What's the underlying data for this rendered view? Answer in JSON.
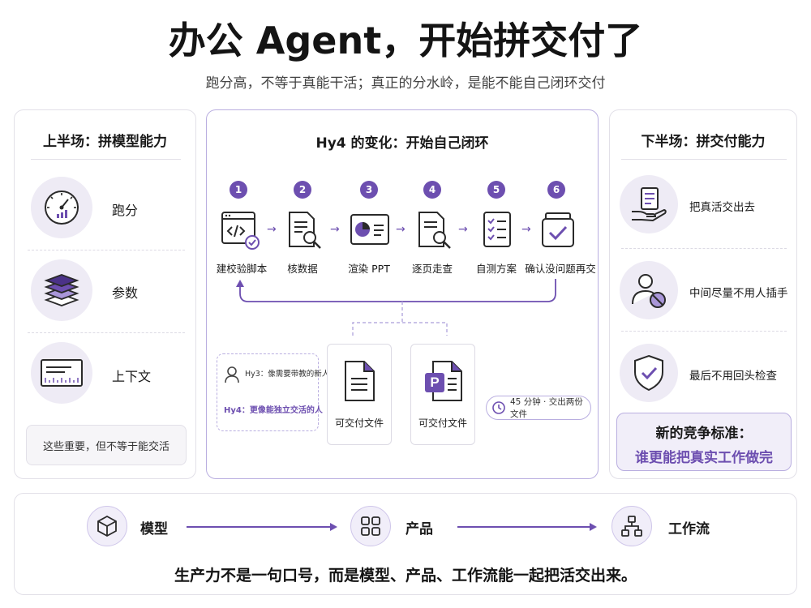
{
  "header": {
    "title": "办公 Agent，开始拼交付了",
    "subtitle": "跑分高，不等于真能干活；真正的分水岭，是能不能自己闭环交付"
  },
  "left_panel": {
    "title": "上半场：拼模型能力",
    "items": [
      {
        "icon": "gauge-icon",
        "label": "跑分"
      },
      {
        "icon": "layers-icon",
        "label": "参数"
      },
      {
        "icon": "ruler-window-icon",
        "label": "上下文"
      }
    ],
    "note": "这些重要，但不等于能交活"
  },
  "middle_panel": {
    "title": "Hy4 的变化：开始自己闭环",
    "steps": [
      {
        "num": "1",
        "icon": "code-window-icon",
        "label": "建校验脚本"
      },
      {
        "num": "2",
        "icon": "document-search-icon",
        "label": "核数据"
      },
      {
        "num": "3",
        "icon": "slides-chart-icon",
        "label": "渲染 PPT"
      },
      {
        "num": "4",
        "icon": "page-search-icon",
        "label": "逐页走查"
      },
      {
        "num": "5",
        "icon": "checklist-icon",
        "label": "自测方案"
      },
      {
        "num": "6",
        "icon": "checked-box-icon",
        "label": "确认没问题再交"
      }
    ],
    "comparison": {
      "hy3": "Hy3：像需要带教的新人",
      "hy4": "Hy4：更像能独立交活的人"
    },
    "deliverables": [
      {
        "icon": "document-icon",
        "label": "可交付文件"
      },
      {
        "icon": "powerpoint-icon",
        "icon_letter": "P",
        "label": "可交付文件"
      }
    ],
    "time_note": "45 分钟 · 交出两份文件"
  },
  "right_panel": {
    "title": "下半场：拼交付能力",
    "items": [
      {
        "icon": "hand-document-icon",
        "label": "把真活交出去"
      },
      {
        "icon": "user-block-icon",
        "label": "中间尽量不用人插手"
      },
      {
        "icon": "shield-check-icon",
        "label": "最后不用回头检查"
      }
    ],
    "standard": {
      "line1": "新的竞争标准：",
      "line2": "谁更能把真实工作做完"
    }
  },
  "bottom_panel": {
    "flow": [
      {
        "icon": "cube-icon",
        "label": "模型"
      },
      {
        "icon": "grid-icon",
        "label": "产品"
      },
      {
        "icon": "workflow-icon",
        "label": "工作流"
      }
    ],
    "slogan": "生产力不是一句口号，而是模型、产品、工作流能一起把活交出来。"
  },
  "colors": {
    "accent": "#6d4fb0",
    "accent_light": "#f1eef9",
    "icon_bg": "#eeebf5",
    "border": "#e2e0e8"
  }
}
